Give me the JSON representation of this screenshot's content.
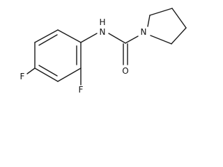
{
  "molecule": {
    "atoms": {
      "nitrogen_amide": "N",
      "hydrogen_amide": "H",
      "nitrogen_ring": "N",
      "oxygen": "O",
      "fluorine_ortho": "F",
      "fluorine_para": "F"
    }
  },
  "colors": {
    "bond": "#1a1a1a",
    "label": "#111111",
    "background": "#ffffff"
  }
}
